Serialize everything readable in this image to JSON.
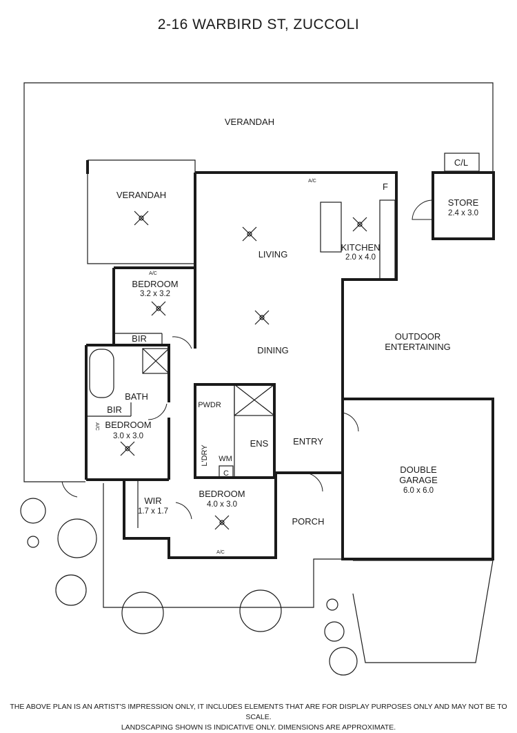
{
  "title": "2-16 WARBIRD ST, ZUCCOLI",
  "disclaimer": {
    "line1": "THE ABOVE PLAN IS AN ARTIST'S IMPRESSION ONLY, IT INCLUDES ELEMENTS THAT ARE FOR DISPLAY PURPOSES ONLY AND MAY NOT BE TO SCALE.",
    "line2": "LANDSCAPING SHOWN IS INDICATIVE ONLY. DIMENSIONS ARE APPROXIMATE."
  },
  "rooms": {
    "verandah_main": "VERANDAH",
    "verandah_side": "VERANDAH",
    "cl": "C/L",
    "store": "STORE",
    "store_dim": "2.4 x 3.0",
    "fridge": "F",
    "kitchen": "KITCHEN",
    "kitchen_dim": "2.0 x 4.0",
    "living": "LIVING",
    "dining": "DINING",
    "outdoor1": "OUTDOOR",
    "outdoor2": "ENTERTAINING",
    "bedroom_1": "BEDROOM",
    "bedroom_1_dim": "3.2 x 3.2",
    "bir_1": "BIR",
    "bath": "BATH",
    "bir_2": "BIR",
    "bedroom_2": "BEDROOM",
    "bedroom_2_dim": "3.0 x 3.0",
    "pwdr": "PWDR",
    "ens": "ENS",
    "ldry": "L'DRY",
    "wm": "WM",
    "c": "C",
    "entry": "ENTRY",
    "garage1": "DOUBLE",
    "garage2": "GARAGE",
    "garage_dim": "6.0 x 6.0",
    "wir": "WIR",
    "wir_dim": "1.7 x 1.7",
    "bedroom_main": "BEDROOM",
    "bedroom_main_dim": "4.0 x 3.0",
    "porch": "PORCH"
  },
  "ac_labels": {
    "living": "A/C",
    "bedroom_1": "A/C",
    "bedroom_2": "A/C",
    "bedroom_main": "A/C"
  }
}
